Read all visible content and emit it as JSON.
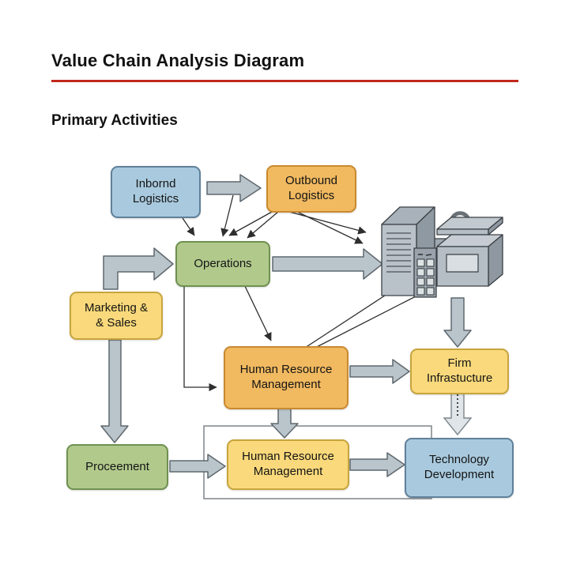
{
  "header": {
    "title": "Value Chain Analysis Diagram",
    "subtitle": "Primary Activities",
    "divider_color": "#c0281c"
  },
  "diagram": {
    "nodes": [
      {
        "id": "inbound-logistics",
        "label": "Inbornd\nLogistics",
        "color": "#a9cade"
      },
      {
        "id": "outbound-logistics",
        "label": "Outbound\nLogistics",
        "color": "#f1b960"
      },
      {
        "id": "operations",
        "label": "Operations",
        "color": "#b1ca8c"
      },
      {
        "id": "marketing-sales",
        "label": "Marketing &\n& Sales",
        "color": "#f9d97b"
      },
      {
        "id": "hrm-upper",
        "label": "Human Resource\nManagement",
        "color": "#f1b960"
      },
      {
        "id": "firm-infrastructure",
        "label": "Firm\nInfrastucture",
        "color": "#f9d97b"
      },
      {
        "id": "procurement",
        "label": "Proceement",
        "color": "#b1ca8c"
      },
      {
        "id": "hrm-lower",
        "label": "Human Resource\nManagement",
        "color": "#f9d97b"
      },
      {
        "id": "technology-development",
        "label": "Technology\nDevelopment",
        "color": "#a9cade"
      }
    ],
    "icons": [
      {
        "id": "factory-machine-icon",
        "meaning": "production machinery / factory equipment"
      }
    ],
    "edges": [
      {
        "from": "inbound-logistics",
        "to": "outbound-logistics",
        "style": "block-arrow"
      },
      {
        "from": "inbound-logistics",
        "to": "operations",
        "style": "thin-arrow"
      },
      {
        "from": "outbound-logistics",
        "to": "operations",
        "style": "thin-arrow"
      },
      {
        "from": "outbound-logistics",
        "to": "factory-machine-icon",
        "style": "thin-arrow"
      },
      {
        "from": "marketing-sales",
        "to": "operations",
        "style": "block-arrow-elbow"
      },
      {
        "from": "operations",
        "to": "factory-machine-icon",
        "style": "block-arrow"
      },
      {
        "from": "operations",
        "to": "hrm-upper",
        "style": "thin-arrow"
      },
      {
        "from": "factory-machine-icon",
        "to": "hrm-upper",
        "style": "thin-line"
      },
      {
        "from": "factory-machine-icon",
        "to": "firm-infrastructure",
        "style": "block-arrow"
      },
      {
        "from": "hrm-upper",
        "to": "firm-infrastructure",
        "style": "block-arrow"
      },
      {
        "from": "firm-infrastructure",
        "to": "technology-development",
        "style": "dotted-block-arrow"
      },
      {
        "from": "marketing-sales",
        "to": "procurement",
        "style": "block-arrow"
      },
      {
        "from": "hrm-upper",
        "to": "hrm-lower",
        "style": "block-arrow"
      },
      {
        "from": "procurement",
        "to": "hrm-lower",
        "style": "block-arrow"
      },
      {
        "from": "hrm-lower",
        "to": "technology-development",
        "style": "block-arrow"
      }
    ],
    "colors": {
      "block_arrow_fill": "#b9c4cb",
      "block_arrow_stroke": "#5f686e",
      "thin_line": "#2e2e2e",
      "container_outline": "#7f8488"
    }
  }
}
